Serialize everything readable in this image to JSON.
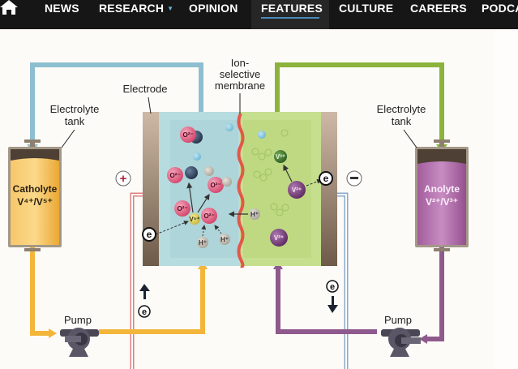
{
  "nav": {
    "items": [
      {
        "label": "NEWS"
      },
      {
        "label": "RESEARCH",
        "has_dropdown": true
      },
      {
        "label": "OPINION"
      },
      {
        "label": "FEATURES",
        "active": true
      },
      {
        "label": "CULTURE"
      },
      {
        "label": "CAREERS"
      },
      {
        "label": "PODCA"
      }
    ],
    "home_icon": "home-icon",
    "accent": "#4a8ab8"
  },
  "diagram": {
    "labels": {
      "electrode": "Electrode",
      "membrane_line1": "Ion-",
      "membrane_line2": "selective",
      "membrane_line3": "membrane",
      "left_tank_line1": "Electrolyte",
      "left_tank_line2": "tank",
      "right_tank_line1": "Electrolyte",
      "right_tank_line2": "tank",
      "catholyte_name": "Catholyte",
      "catholyte_formula": "V⁴⁺/V⁵⁺",
      "anolyte_name": "Anolyte",
      "anolyte_formula": "V²⁺/V³⁺",
      "pump_left": "Pump",
      "pump_right": "Pump",
      "positive": "+",
      "negative": "−",
      "electron": "e"
    },
    "ions": {
      "o2": "O²⁻",
      "v4": "V⁴⁺",
      "v5": "V⁵⁺",
      "v2": "V²⁺",
      "v3": "V³⁺",
      "h": "H⁺"
    },
    "colors": {
      "catholyte": "#f5b942",
      "anolyte": "#a0589a",
      "cathode_pipe": "#8dbfd0",
      "anode_pipe": "#8cb33c",
      "return_left_pipe": "#f3b53a",
      "return_right_pipe": "#8e5a8e",
      "membrane": "#e2574c",
      "positive_wire": "#e08080",
      "negative_wire": "#8aa8cc"
    }
  }
}
